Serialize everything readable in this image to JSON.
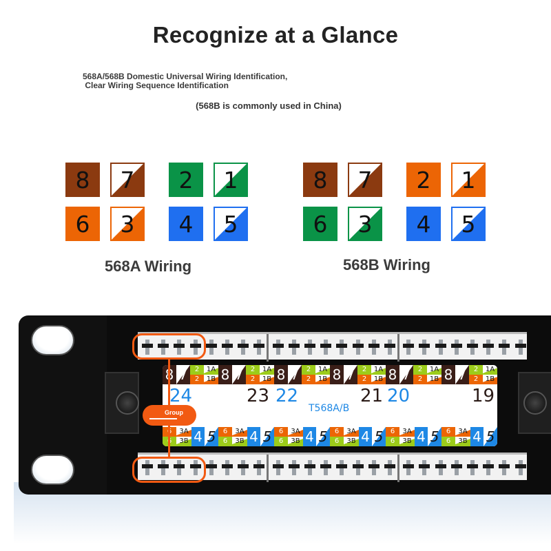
{
  "header": {
    "title": "Recognize at a Glance",
    "subtitle_line1": "568A/568B Domestic Universal Wiring Identification,",
    "subtitle_line2": " Clear Wiring Sequence Identification",
    "note": "(568B is commonly used in China)"
  },
  "colors": {
    "brown": "#8b3a10",
    "green": "#0a9347",
    "orange": "#ec6505",
    "blue": "#1f6ff0",
    "accent": "#f25a12",
    "label_brown": "#3a1e18",
    "label_lime": "#9ccc1a",
    "label_blue": "#1e88e5"
  },
  "wiring": [
    {
      "name": "568A Wiring",
      "pairs": [
        {
          "solid": "8",
          "striped": "7",
          "color": "brown"
        },
        {
          "solid": "2",
          "striped": "1",
          "color": "green"
        },
        {
          "solid": "6",
          "striped": "3",
          "color": "orange"
        },
        {
          "solid": "4",
          "striped": "5",
          "color": "blue"
        }
      ]
    },
    {
      "name": "568B Wiring",
      "pairs": [
        {
          "solid": "8",
          "striped": "7",
          "color": "brown"
        },
        {
          "solid": "2",
          "striped": "1",
          "color": "orange"
        },
        {
          "solid": "6",
          "striped": "3",
          "color": "green"
        },
        {
          "solid": "4",
          "striped": "5",
          "color": "blue"
        }
      ]
    }
  ],
  "panel": {
    "standard_label": "T568A/B",
    "port_numbers": [
      "24",
      "23",
      "22",
      "21",
      "20",
      "19"
    ],
    "top_codes": {
      "brown_solid": "8",
      "brown_striped": "7",
      "pair2_top": "2",
      "pair2_bottom": "2",
      "code_a": "1A",
      "code_b": "1B"
    },
    "bottom_codes": {
      "six_top": "6",
      "six_bottom": "6",
      "code_a": "3A",
      "code_b": "3B",
      "blue_solid": "4",
      "blue_striped": "5"
    },
    "group_label": "Group"
  }
}
